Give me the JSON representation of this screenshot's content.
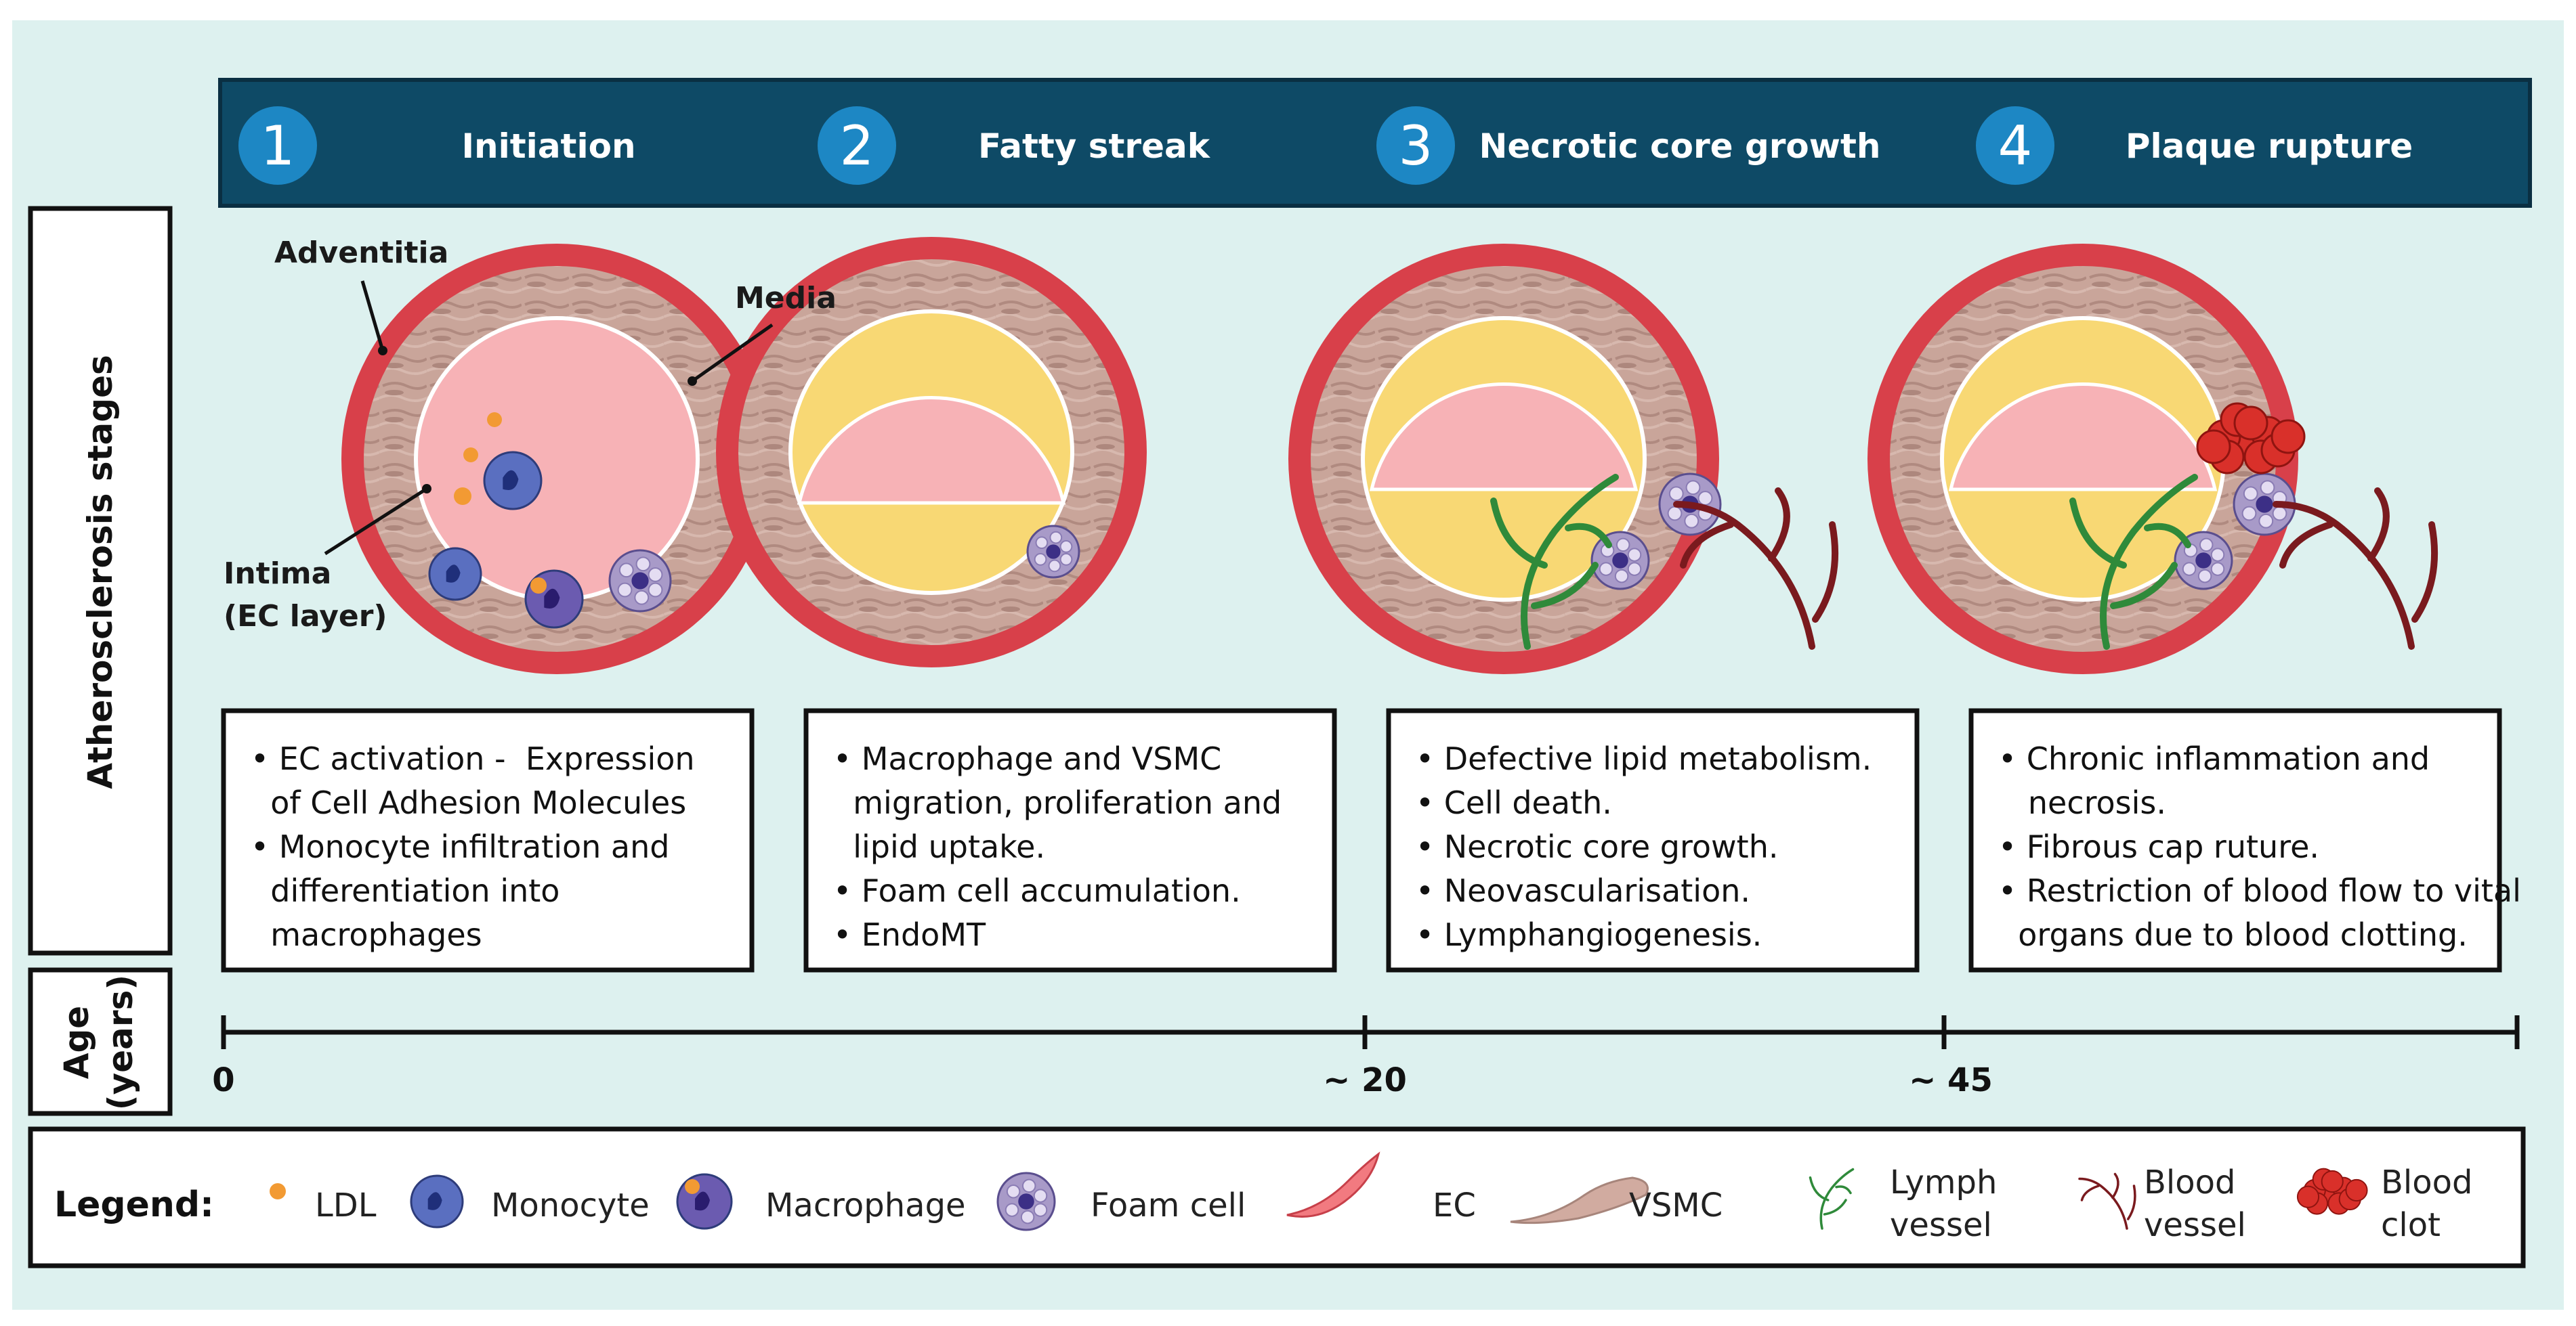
{
  "stages": [
    {
      "number": "1",
      "title": "Initiation",
      "bullets": [
        "• EC activation -  Expression",
        "  of Cell Adhesion Molecules",
        "• Monocyte infiltration and",
        "  differentiation into",
        "  macrophages"
      ]
    },
    {
      "number": "2",
      "title": "Fatty streak",
      "bullets": [
        "• Macrophage and VSMC",
        "  migration, proliferation and",
        "  lipid uptake.",
        "• Foam cell accumulation.",
        "• EndoMT"
      ]
    },
    {
      "number": "3",
      "title": "Necrotic core growth",
      "bullets": [
        "• Defective lipid metabolism.",
        "• Cell death.",
        "• Necrotic core growth.",
        "• Neovascularisation.",
        "• Lymphangiogenesis."
      ]
    },
    {
      "number": "4",
      "title": "Plaque rupture",
      "bullets": [
        "• Chronic inflammation and",
        "   necrosis.",
        "• Fibrous cap ruture.",
        "• Restriction of blood flow to vital",
        "  organs due to blood clotting."
      ]
    }
  ],
  "vessel_labels": {
    "adventitia": "Adventitia",
    "media": "Media",
    "intima_line1": "Intima",
    "intima_line2": "(EC layer)"
  },
  "side_labels": {
    "stages": "Atherosclerosis stages",
    "age_line1": "Age",
    "age_line2": "(years)"
  },
  "timeline": {
    "ticks": [
      "0",
      "~ 20",
      "~ 45"
    ]
  },
  "legend": {
    "title": "Legend:",
    "items": [
      {
        "icon": "ldl-icon",
        "label_lines": [
          "LDL"
        ]
      },
      {
        "icon": "monocyte-icon",
        "label_lines": [
          "Monocyte"
        ]
      },
      {
        "icon": "macrophage-icon",
        "label_lines": [
          "Macrophage"
        ]
      },
      {
        "icon": "foam-cell-icon",
        "label_lines": [
          "Foam cell"
        ]
      },
      {
        "icon": "ec-icon",
        "label_lines": [
          "EC"
        ]
      },
      {
        "icon": "vsmc-icon",
        "label_lines": [
          "VSMC"
        ]
      },
      {
        "icon": "lymph-vessel-icon",
        "label_lines": [
          "Lymph",
          "vessel"
        ]
      },
      {
        "icon": "blood-vessel-icon",
        "label_lines": [
          "Blood",
          "vessel"
        ]
      },
      {
        "icon": "blood-clot-icon",
        "label_lines": [
          "Blood",
          "clot"
        ]
      }
    ]
  },
  "colors": {
    "background": "#ddf1ef",
    "header": "#0e4a66",
    "number_circle": "#1d87c4",
    "adventitia": "#d8404a",
    "media": "#c9a59a",
    "lumen": "#f7b2b6",
    "lipid_core": "#f8d874",
    "lymph": "#2f8a3a",
    "blood_vessel": "#7a1a1e",
    "ldl": "#f29a33",
    "monocyte": "#5a6fc0",
    "macrophage": "#6b5bb0",
    "clot": "#d9302a"
  }
}
